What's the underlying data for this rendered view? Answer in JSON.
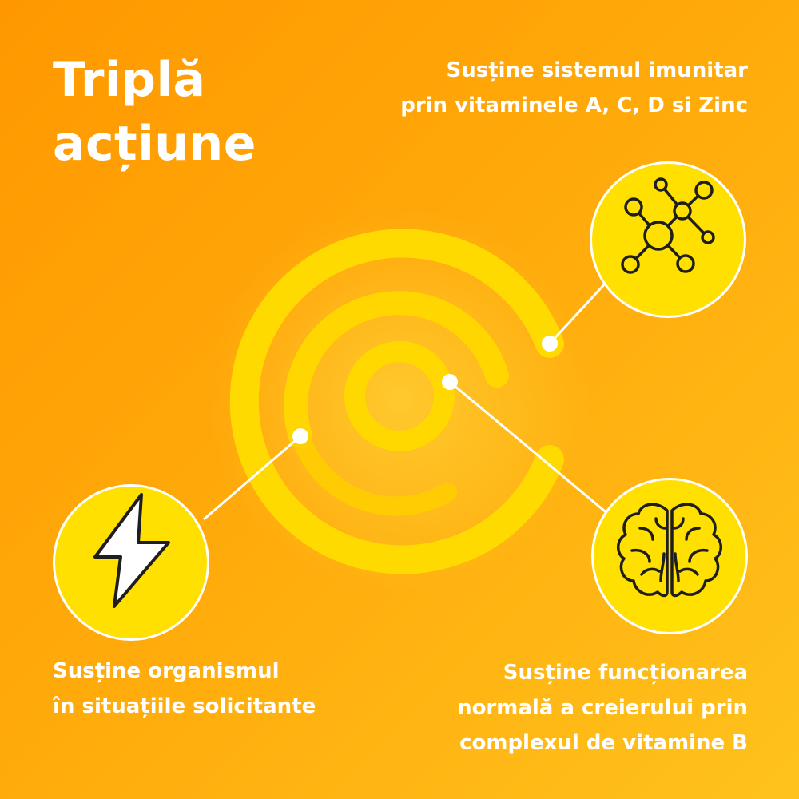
{
  "title": {
    "line1": "Triplă",
    "line2": "acțiune"
  },
  "captions": {
    "immune": {
      "line1": "Susține sistemul imunitar",
      "line2": "prin vitaminele A, C, D si Zinc"
    },
    "energy": {
      "line1": "Susține organismul",
      "line2": "în situațiile solicitante"
    },
    "brain": {
      "line1": "Susține funcționarea",
      "line2": "normală a creierului prin",
      "line3": "complexul de vitamine B"
    }
  },
  "icons": {
    "immune": "molecule-icon",
    "energy": "lightning-icon",
    "brain": "brain-icon",
    "center": "spiral-graphic"
  },
  "colors": {
    "background_start": "#FF9800",
    "background_end": "#FFC21C",
    "accent_yellow": "#FFE000",
    "text": "#FFFFFF",
    "icon_stroke": "#1E1E1E"
  }
}
